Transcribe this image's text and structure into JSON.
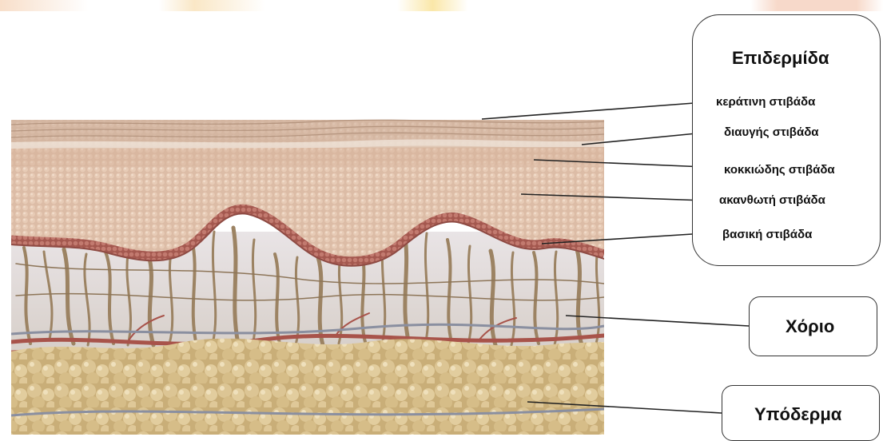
{
  "diagram": {
    "epidermis": {
      "title": "Επιδερμίδα",
      "layers": [
        "κεράτινη στιβάδα",
        "διαυγής στιβάδα",
        "κοκκιώδης στιβάδα",
        "ακανθωτή στιβάδα",
        "βασική στιβάδα"
      ]
    },
    "chorion": {
      "title": "Χόριο"
    },
    "hypodermis": {
      "title": "Υπόδερμα"
    }
  },
  "colors": {
    "stratum_corneum": "#c8ab97",
    "epidermis_cells": "#d9b9a3",
    "basal_layer": "#b9706a",
    "dermis_fibers": "#9c8363",
    "blood_vessels": "#a8534a",
    "fat_cells": "#d8bf8c",
    "leader_lines": "#222222"
  }
}
